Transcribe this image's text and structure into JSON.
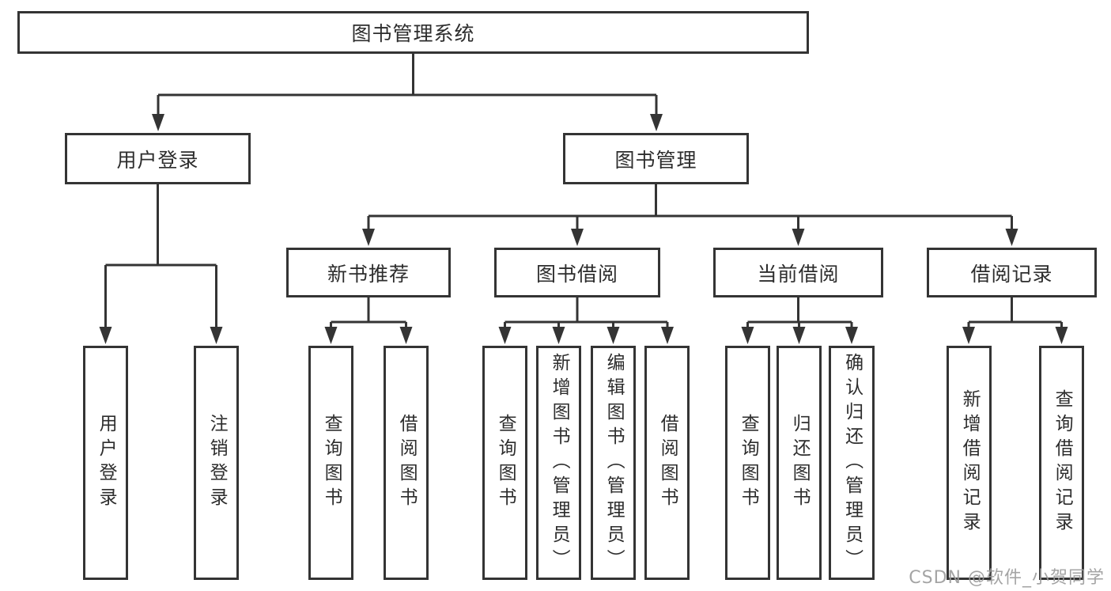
{
  "diagram": {
    "root": {
      "label": "图书管理系统"
    },
    "level2": {
      "user_login": {
        "label": "用户登录"
      },
      "book_mgmt": {
        "label": "图书管理"
      }
    },
    "level3": {
      "new_books": {
        "label": "新书推荐"
      },
      "borrow": {
        "label": "图书借阅"
      },
      "current": {
        "label": "当前借阅"
      },
      "records": {
        "label": "借阅记录"
      }
    },
    "leaves": {
      "user_login": [
        "用户登录",
        "注销登录"
      ],
      "new_books": [
        "查询图书",
        "借阅图书"
      ],
      "borrow": [
        "查询图书",
        "新增图书（管理员）",
        "编辑图书（管理员）",
        "借阅图书"
      ],
      "current": [
        "查询图书",
        "归还图书",
        "确认归还（管理员）"
      ],
      "records": [
        "新增借阅记录",
        "查询借阅记录"
      ]
    }
  },
  "watermark": "CSDN @软件_小贺同学",
  "colors": {
    "line": "#343434",
    "text": "#2d2d2d",
    "watermark": "#9b9b9b",
    "background": "#ffffff"
  }
}
